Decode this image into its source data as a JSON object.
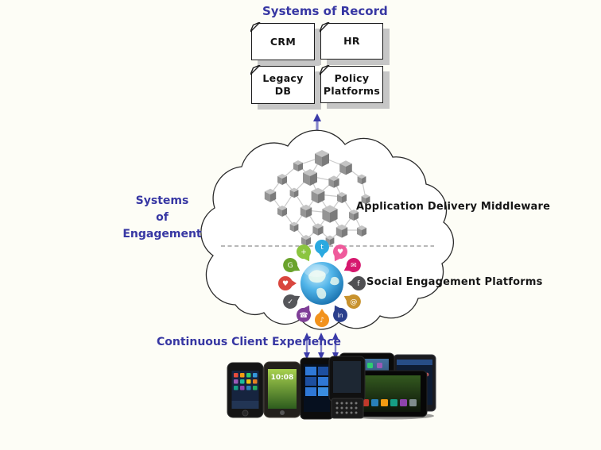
{
  "palette": {
    "background": "#fdfdf6",
    "accent_blue": "#3737a3",
    "arrow_shaft_blue": "#8585cc",
    "label_black": "#161616",
    "box_shadow_gray": "#c6c6c6",
    "cloud_stroke": "#2b2b2b",
    "dashed_divider_gray": "#a0a0a0",
    "cube_gray": "#909090",
    "globe_blue": "#4fb3e8"
  },
  "header": {
    "title": "Systems of Record"
  },
  "record_boxes": [
    {
      "lines": [
        "CRM"
      ]
    },
    {
      "lines": [
        "HR"
      ]
    },
    {
      "lines": [
        "Legacy",
        "DB"
      ]
    },
    {
      "lines": [
        "Policy",
        "Platforms"
      ]
    }
  ],
  "engagement_label": {
    "lines": [
      "Systems",
      "of",
      "Engagement"
    ]
  },
  "cloud": {
    "middleware_label": "Application Delivery Middleware",
    "social_label": "Social Engagement Platforms"
  },
  "client_experience": {
    "label": "Continuous Client Experience"
  },
  "devices": {
    "android_clock": "10:08"
  },
  "social_pins": {
    "colors": [
      "#2ba9e0",
      "#ef5b9c",
      "#d6186e",
      "#4f4f52",
      "#c8922d",
      "#2b3f8c",
      "#f2921d",
      "#7f3f98",
      "#55565a",
      "#d9463e",
      "#6aa32c",
      "#8bc53f"
    ],
    "glyphs": [
      "t",
      "♥",
      "✉",
      "f",
      "@",
      "in",
      "♪",
      "☎",
      "✓",
      "♥",
      "G",
      "+"
    ]
  }
}
